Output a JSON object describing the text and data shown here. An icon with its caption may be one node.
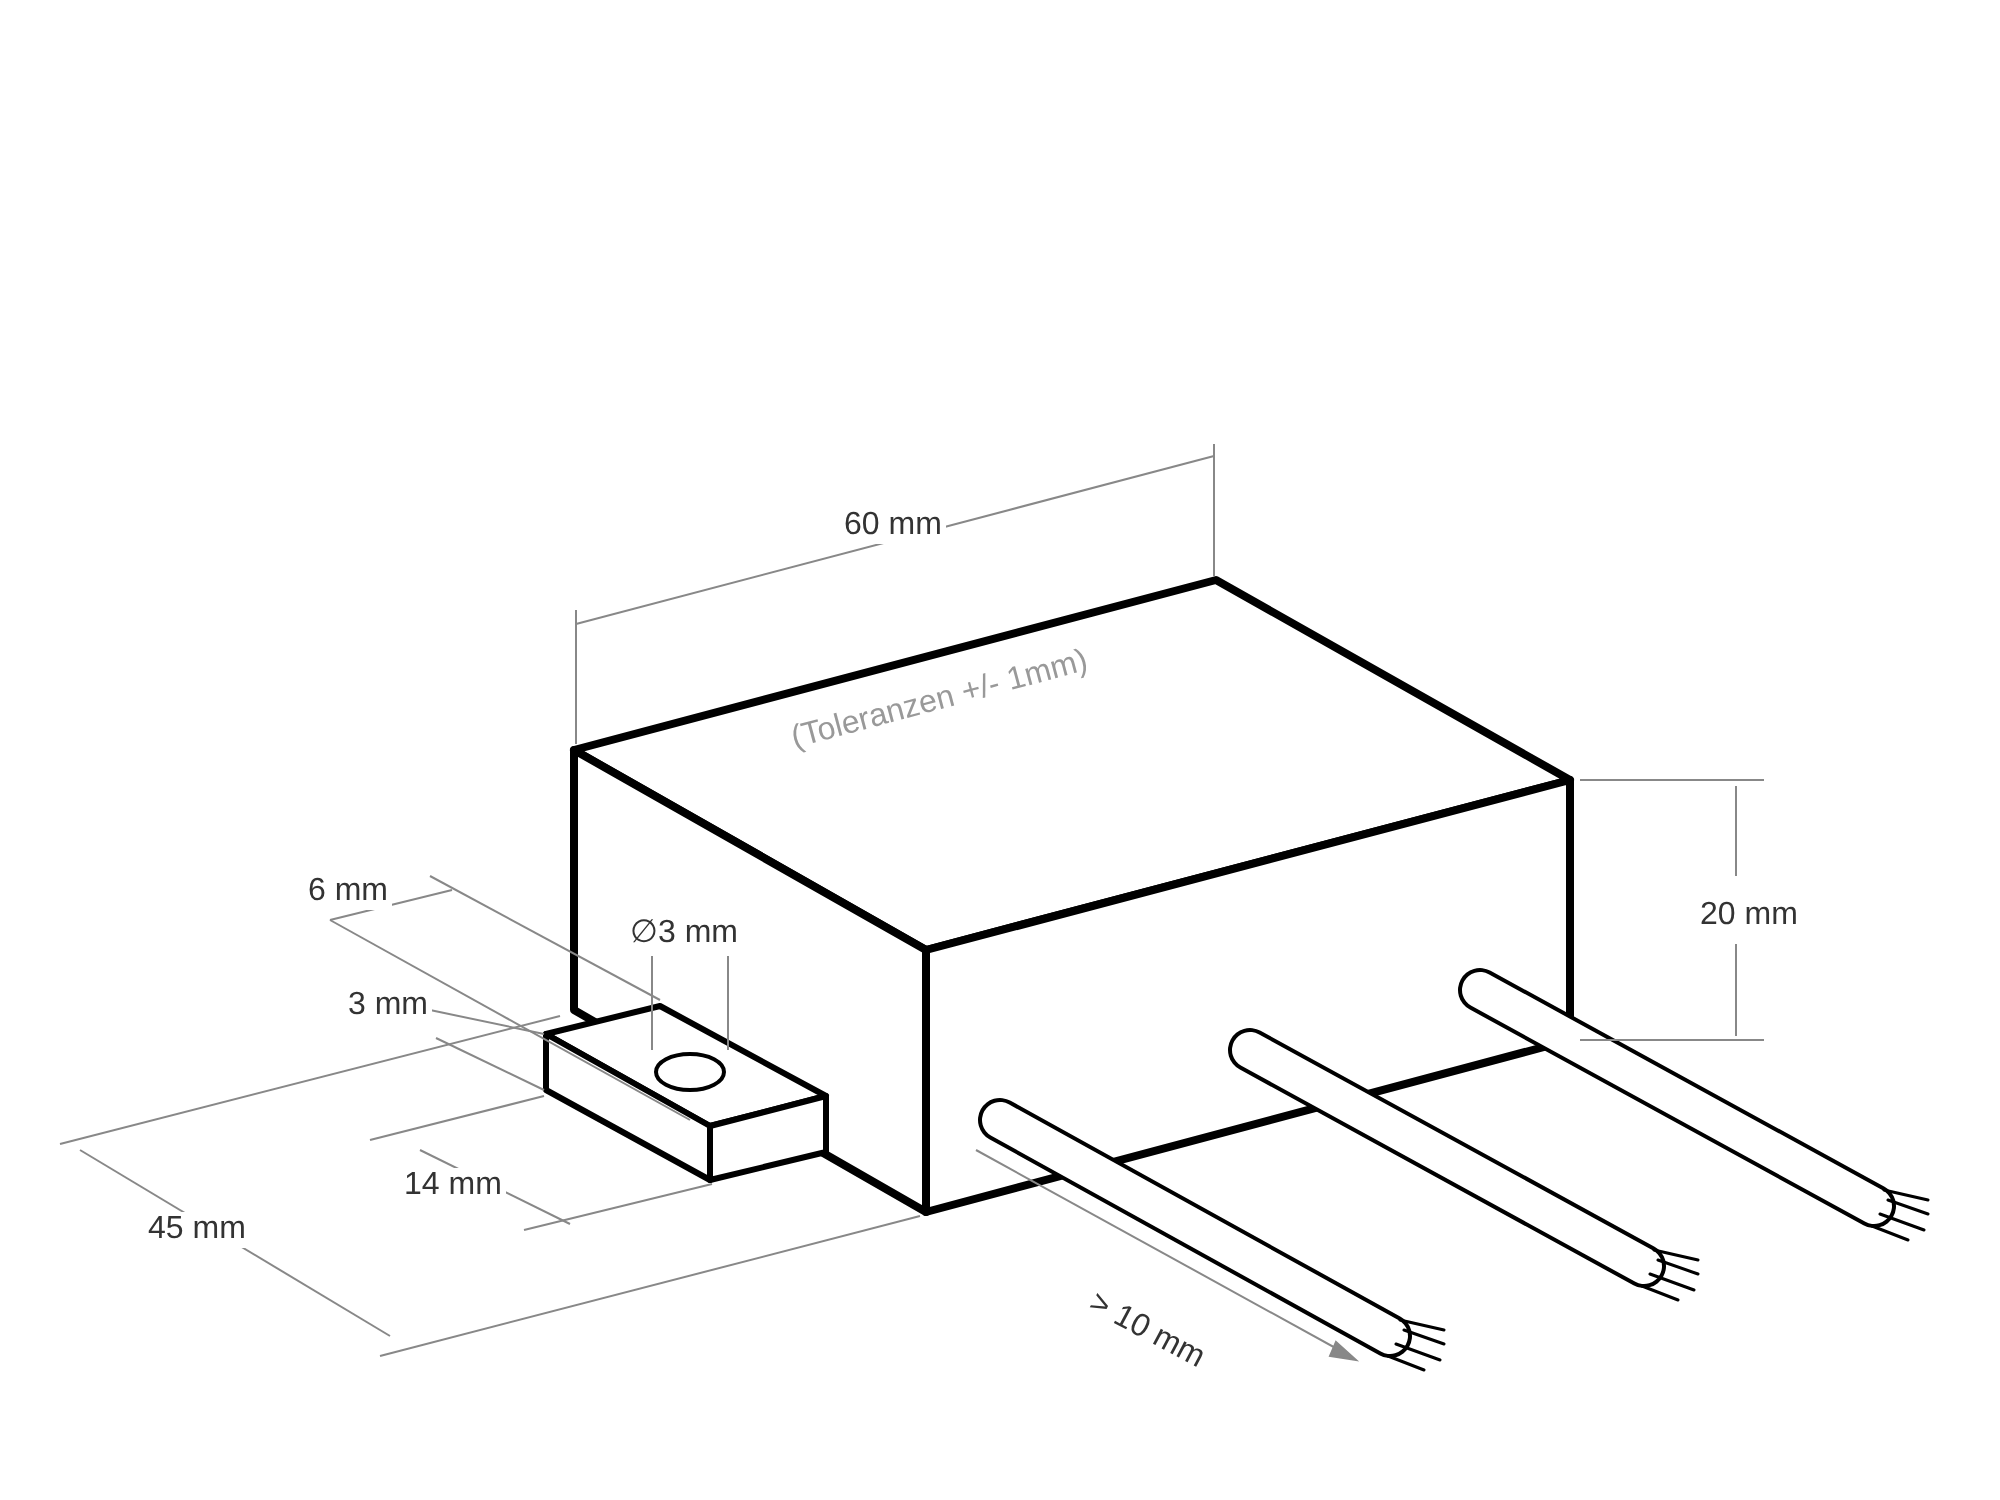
{
  "diagram": {
    "labels": [
      "60 mm",
      "(Toleranzen +/- 1mm)",
      "6 mm",
      "∅3 mm",
      "20 mm",
      "3 mm",
      "14 mm",
      "45 mm",
      "> 10 mm"
    ]
  }
}
